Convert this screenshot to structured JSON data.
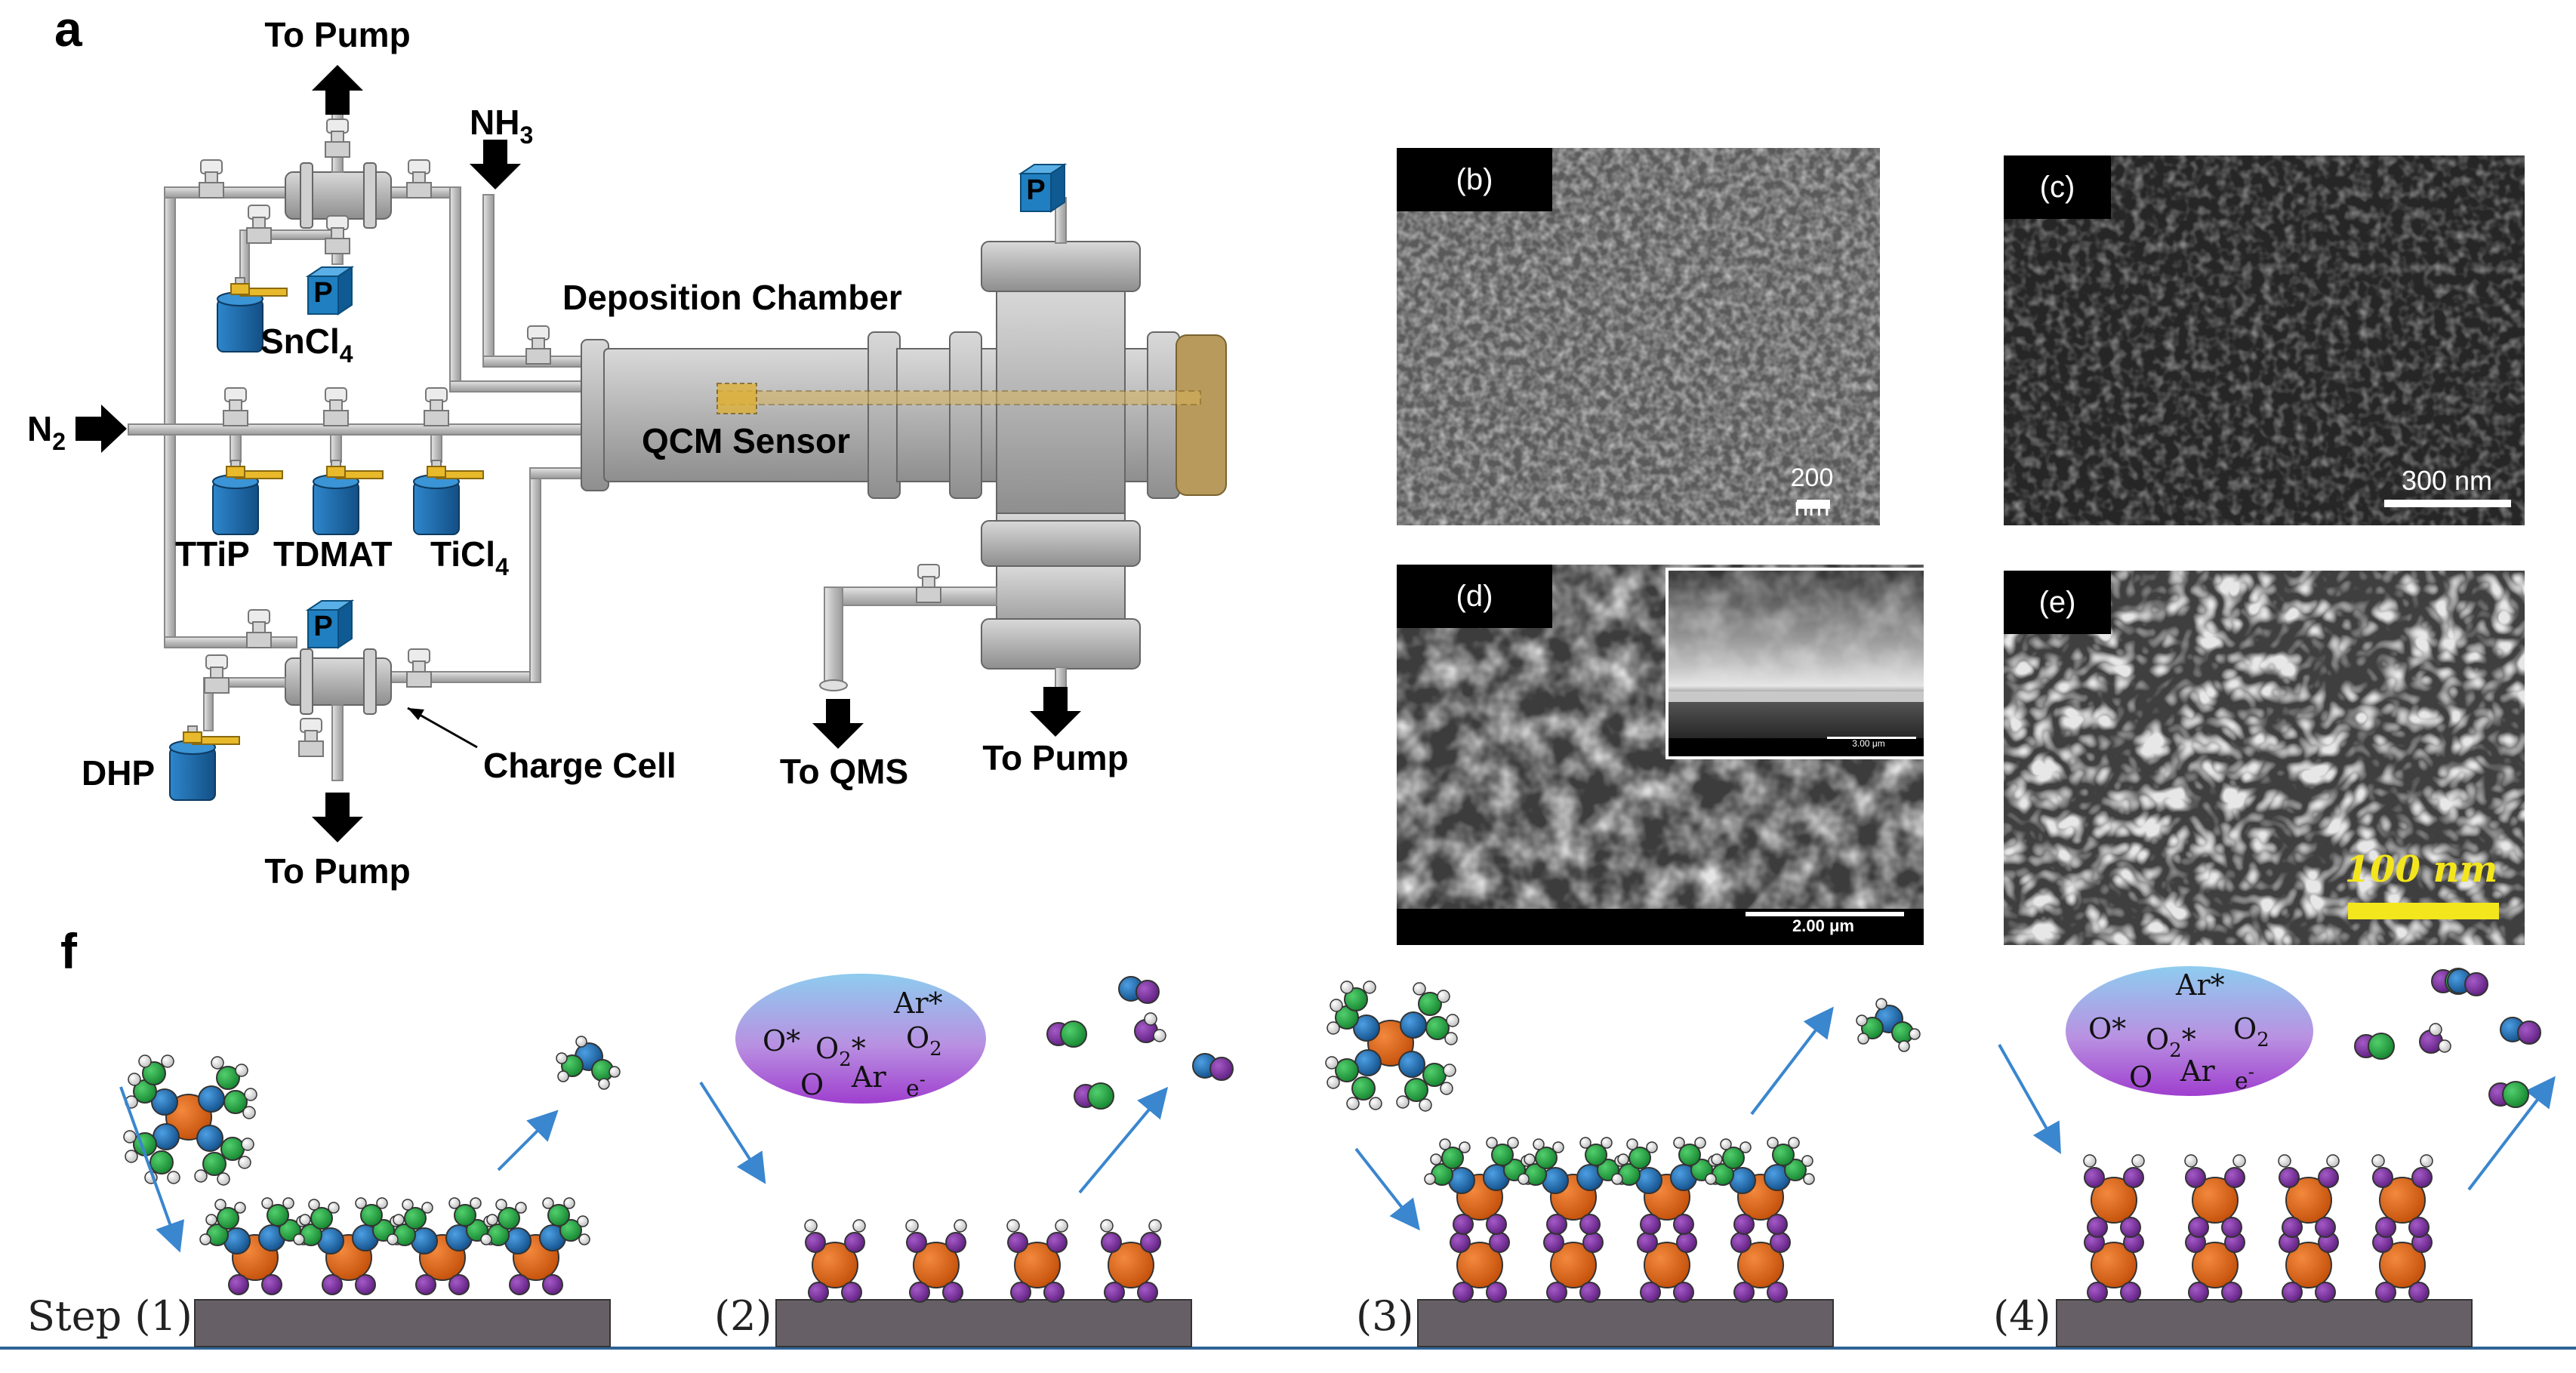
{
  "panel_a": {
    "letter": "a",
    "labels": {
      "to_pump_top": "To Pump",
      "nh3": "NH",
      "nh3_sub": "3",
      "sncl4": "SnCl",
      "sncl4_sub": "4",
      "n2": "N",
      "n2_sub": "2",
      "ttip": "TTiP",
      "tdmat": "TDMAT",
      "ticl4": "TiCl",
      "ticl4_sub": "4",
      "dhp": "DHP",
      "charge_cell": "Charge Cell",
      "to_pump_bottom": "To Pump",
      "deposition_chamber": "Deposition Chamber",
      "qcm_sensor": "QCM Sensor",
      "to_qms": "To QMS",
      "to_pump_right": "To Pump",
      "pressure_gauge": "P"
    },
    "colors": {
      "pipe": "#c8c8c8",
      "chamber": "#bdbdbd",
      "bottle": "#1f6fb2",
      "valve_handle": "#e8b92a",
      "gauge": "#1f7fc0",
      "window": "#b89a5c"
    }
  },
  "sem_panels": [
    {
      "tag": "(b)",
      "scale": "200 nm"
    },
    {
      "tag": "(c)",
      "scale": "300 nm"
    },
    {
      "tag": "(d)",
      "scale": "2.00 μm",
      "inset_scale": "3.00 μm"
    },
    {
      "tag": "(e)",
      "scale": "100 nm"
    }
  ],
  "panel_f": {
    "letter": "f",
    "steps": [
      "Step (1)",
      "(2)",
      "(3)",
      "(4)"
    ],
    "plasma_species": [
      "Ar*",
      "O*",
      "O",
      "O",
      "Ar",
      "e"
    ],
    "plasma_sup": {
      "o2": "2",
      "o2star": "2",
      "eminus": "-"
    },
    "colors": {
      "metal": "#e0600f",
      "oxygen": "#7a2a9a",
      "carbon": "#22a544",
      "nitrogen": "#1c6fb8",
      "hydrogen": "#dddddd",
      "substrate": "#666066",
      "plasma_top": "#8fc5ea",
      "plasma_bottom": "#a23fd0"
    }
  }
}
